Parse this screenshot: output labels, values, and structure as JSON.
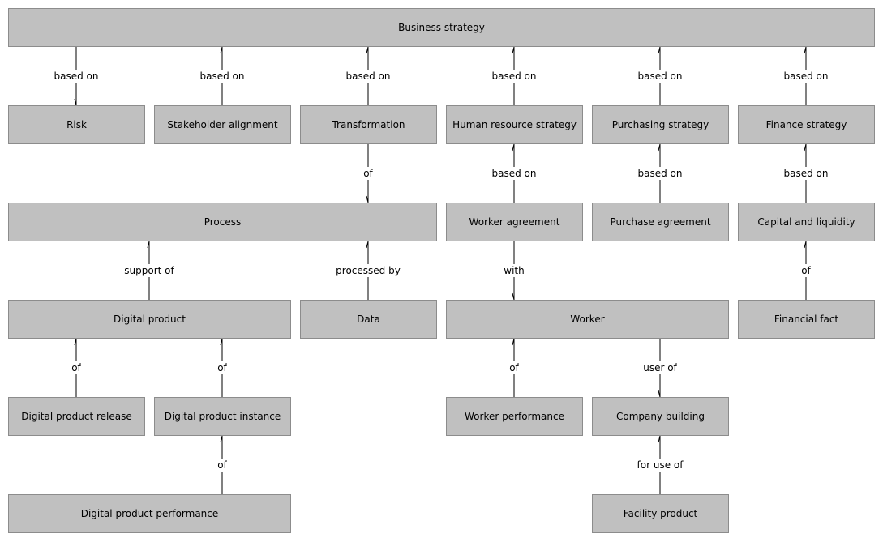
{
  "nodes": {
    "business_strategy": "Business strategy",
    "risk": "Risk",
    "stakeholder_alignment": "Stakeholder alignment",
    "transformation": "Transformation",
    "human_resource_strategy": "Human resource strategy",
    "purchasing_strategy": "Purchasing strategy",
    "finance_strategy": "Finance strategy",
    "process": "Process",
    "worker_agreement": "Worker agreement",
    "purchase_agreement": "Purchase agreement",
    "capital_and_liquidity": "Capital and liquidity",
    "digital_product": "Digital product",
    "data": "Data",
    "worker": "Worker",
    "financial_fact": "Financial fact",
    "digital_product_release": "Digital product release",
    "digital_product_instance": "Digital product instance",
    "worker_performance": "Worker performance",
    "company_building": "Company building",
    "digital_product_performance": "Digital product performance",
    "facility_product": "Facility product"
  },
  "edges": [
    {
      "id": "risk_based_on",
      "from": "business_strategy",
      "to": "risk",
      "label": "based on"
    },
    {
      "id": "stakeholder_based_on",
      "from": "stakeholder_alignment",
      "to": "business_strategy",
      "label": "based on"
    },
    {
      "id": "transformation_based_on",
      "from": "transformation",
      "to": "business_strategy",
      "label": "based on"
    },
    {
      "id": "hr_based_on",
      "from": "human_resource_strategy",
      "to": "business_strategy",
      "label": "based on"
    },
    {
      "id": "purchasing_based_on",
      "from": "purchasing_strategy",
      "to": "business_strategy",
      "label": "based on"
    },
    {
      "id": "finance_based_on",
      "from": "finance_strategy",
      "to": "business_strategy",
      "label": "based on"
    },
    {
      "id": "transformation_of",
      "from": "transformation",
      "to": "process",
      "label": "of"
    },
    {
      "id": "worker_agreement_based_on",
      "from": "worker_agreement",
      "to": "human_resource_strategy",
      "label": "based on"
    },
    {
      "id": "purchase_agreement_based_on",
      "from": "purchase_agreement",
      "to": "purchasing_strategy",
      "label": "based on"
    },
    {
      "id": "capital_based_on",
      "from": "capital_and_liquidity",
      "to": "finance_strategy",
      "label": "based on"
    },
    {
      "id": "support_of",
      "from": "digital_product",
      "to": "process",
      "label": "support of"
    },
    {
      "id": "processed_by",
      "from": "data",
      "to": "process",
      "label": "processed by"
    },
    {
      "id": "with",
      "from": "worker_agreement",
      "to": "worker",
      "label": "with"
    },
    {
      "id": "financial_fact_of",
      "from": "financial_fact",
      "to": "capital_and_liquidity",
      "label": "of"
    },
    {
      "id": "release_of",
      "from": "digital_product_release",
      "to": "digital_product",
      "label": "of"
    },
    {
      "id": "instance_of",
      "from": "digital_product_instance",
      "to": "digital_product",
      "label": "of"
    },
    {
      "id": "worker_performance_of",
      "from": "worker_performance",
      "to": "worker",
      "label": "of"
    },
    {
      "id": "user_of",
      "from": "worker",
      "to": "company_building",
      "label": "user of"
    },
    {
      "id": "performance_of",
      "from": "digital_product_performance",
      "to": "digital_product_instance",
      "label": "of"
    },
    {
      "id": "for_use_of",
      "from": "facility_product",
      "to": "company_building",
      "label": "for use of"
    }
  ]
}
